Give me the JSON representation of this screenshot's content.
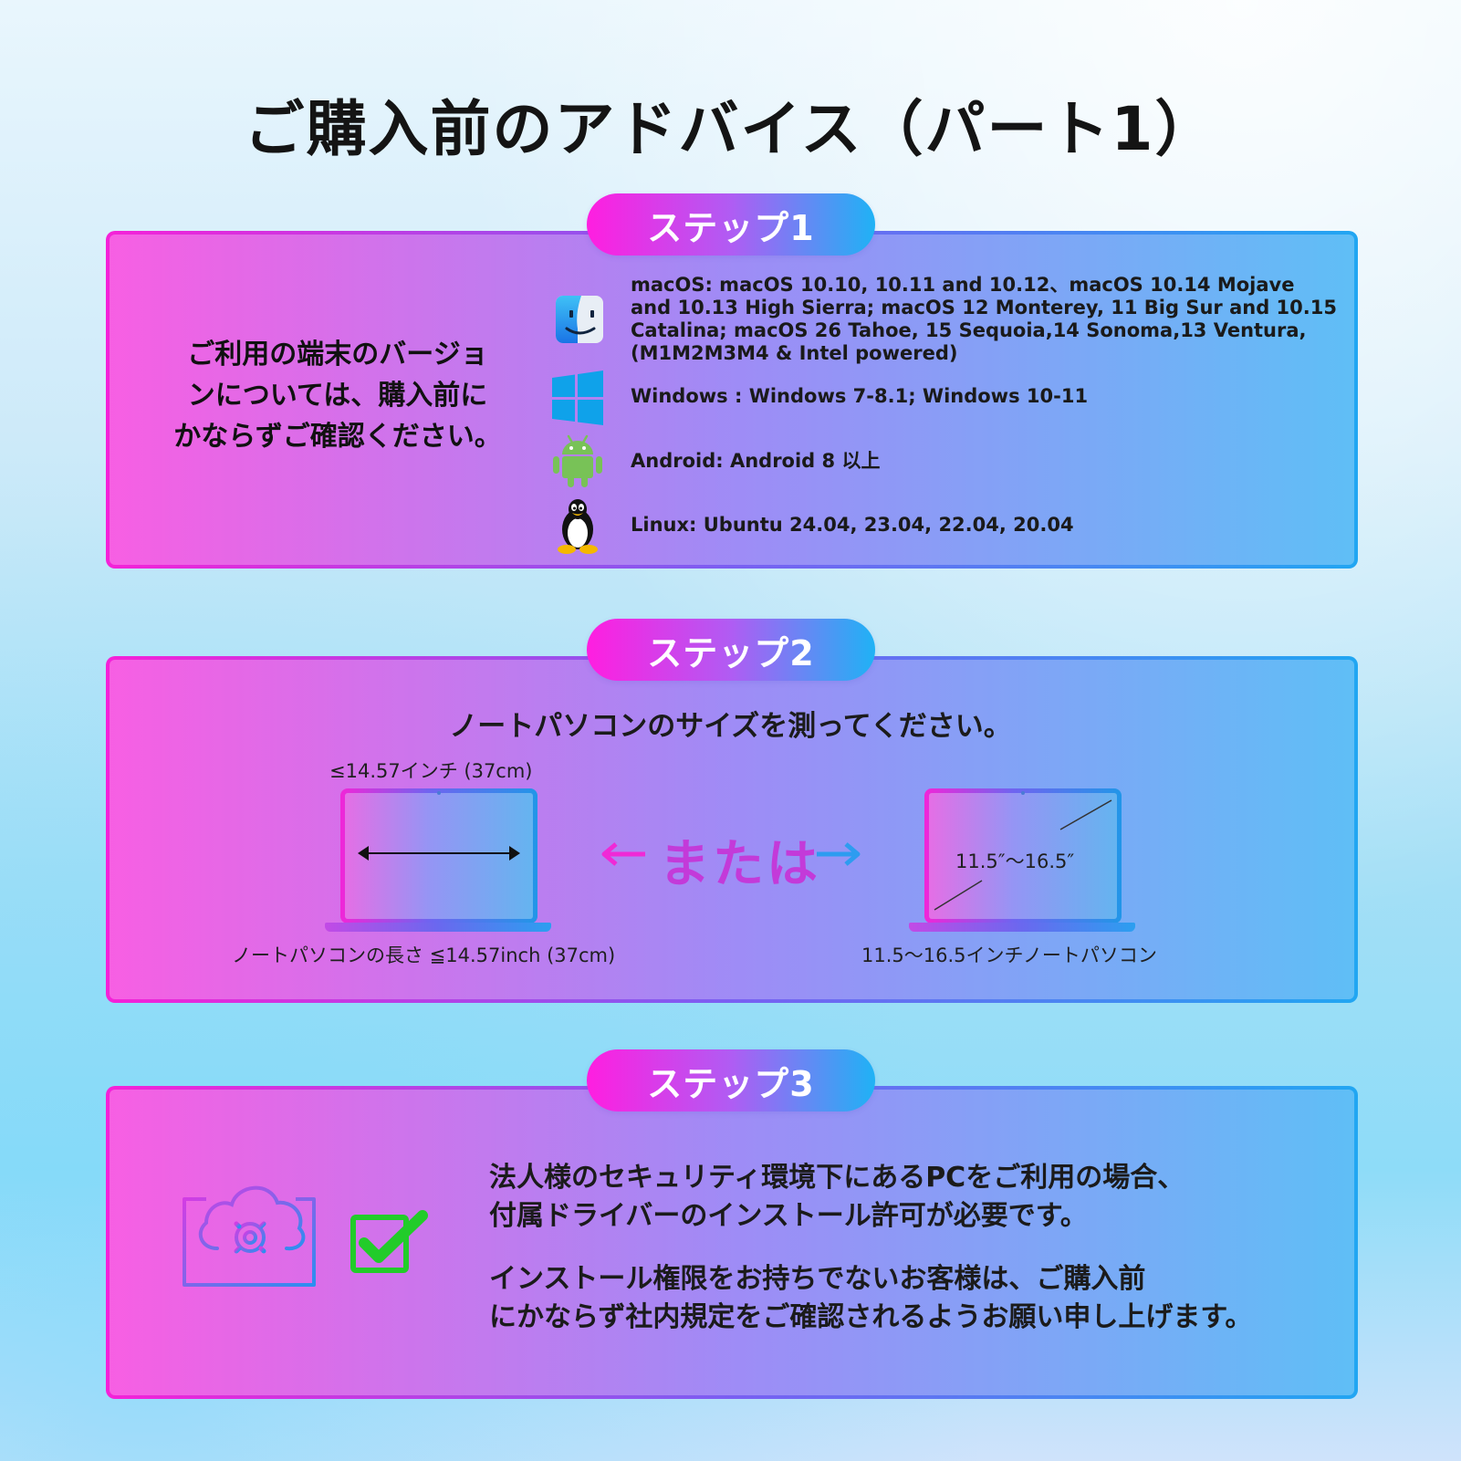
{
  "title": "ご購入前のアドバイス（パート1）",
  "step1": {
    "badge": "ステップ1",
    "lead": [
      "ご利用の端末のバージョ",
      "ンについては、購入前に",
      "かならずご確認ください。"
    ],
    "os": [
      {
        "icon": "macos-finder-icon",
        "lines": [
          "macOS: macOS 10.10, 10.11 and 10.12、macOS 10.14 Mojave",
          "and 10.13 High Sierra; macOS 12 Monterey, 11 Big Sur and 10.15",
          "Catalina; macOS 26 Tahoe, 15 Sequoia,14 Sonoma,13 Ventura,",
          "(M1M2M3M4 & Intel powered)"
        ]
      },
      {
        "icon": "windows-icon",
        "lines": [
          "Windows : Windows 7-8.1; Windows 10-11"
        ]
      },
      {
        "icon": "android-icon",
        "lines": [
          "Android: Android 8 以上"
        ]
      },
      {
        "icon": "linux-tux-icon",
        "lines": [
          "Linux: Ubuntu 24.04, 23.04, 22.04, 20.04"
        ]
      }
    ]
  },
  "step2": {
    "badge": "ステップ2",
    "heading": "ノートパソコンのサイズを測ってください。",
    "left_dim": "≤14.57インチ (37cm)",
    "left_caption": "ノートパソコンの長さ ≦14.57inch (37cm)",
    "or_text": "または",
    "right_dim": "11.5″〜16.5″",
    "right_caption": "11.5〜16.5インチノートパソコン"
  },
  "step3": {
    "badge": "ステップ3",
    "para1": [
      "法人様のセキュリティ環境下にあるPCをご利用の場合、",
      "付属ドライバーのインストール許可が必要です。"
    ],
    "para2": [
      "インストール権限をお持ちでないお客様は、ご購入前",
      "にかならず社内規定をご確認されるようお願い申し上げます。"
    ]
  }
}
